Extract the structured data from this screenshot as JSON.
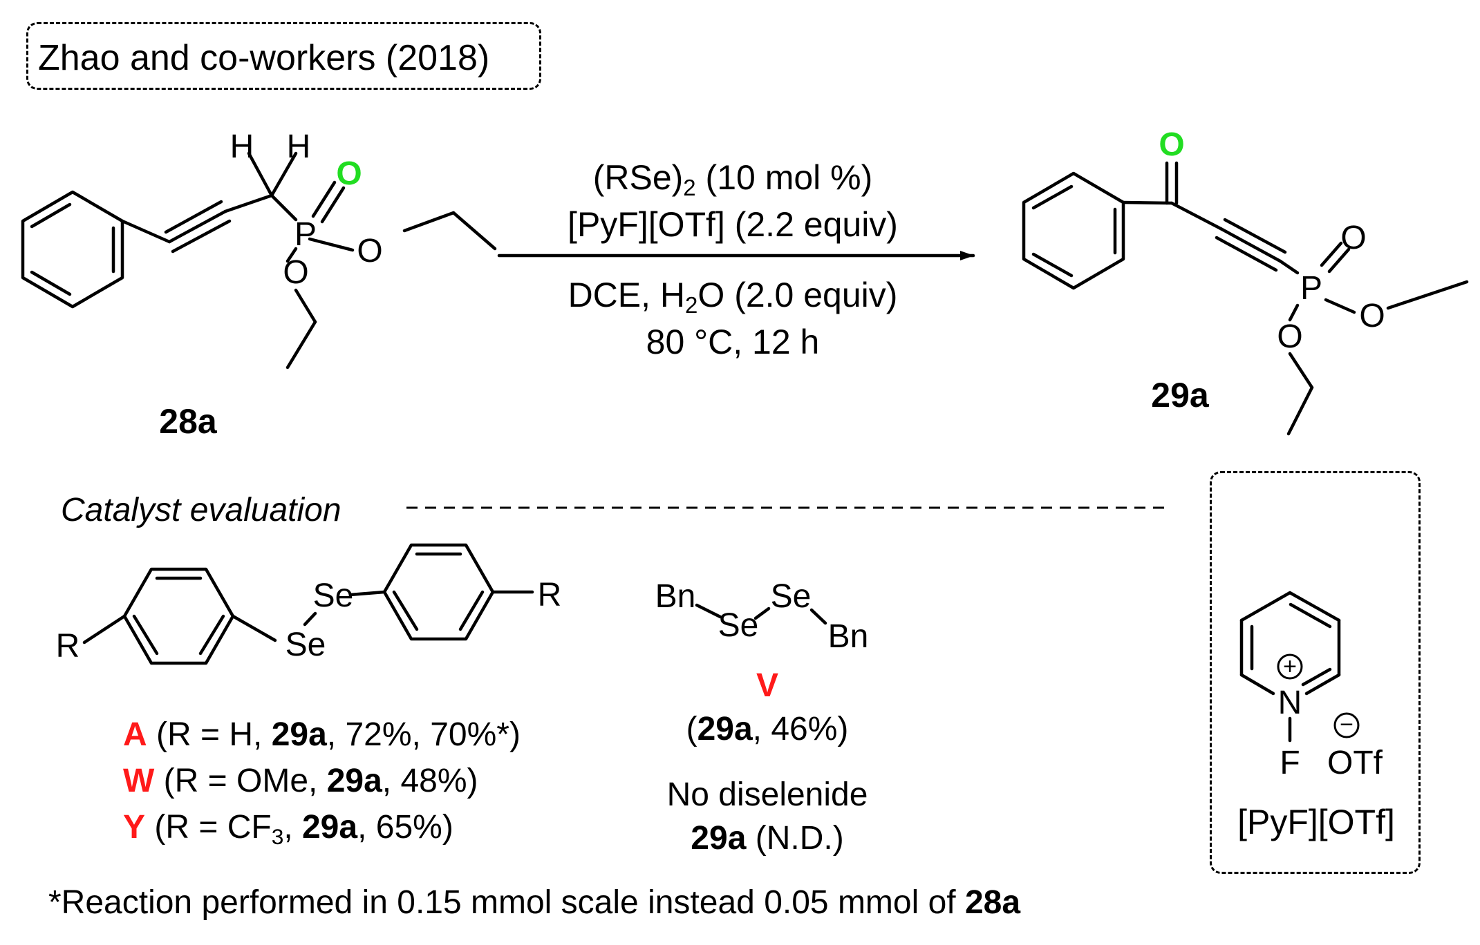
{
  "header": {
    "title": "Zhao and co-workers (2018)"
  },
  "reaction": {
    "reactant": {
      "label": "28a",
      "atoms": {
        "h1": "H",
        "h2": "H",
        "p": "P",
        "o_double": "O",
        "o_ester1": "O",
        "o_ester2": "O"
      }
    },
    "conditions": {
      "line1_main": "(RSe)",
      "line1_sub": "2",
      "line1_rest": " (10 mol %)",
      "line2": "[PyF][OTf] (2.2 equiv)",
      "line3_a": "DCE, H",
      "line3_sub": "2",
      "line3_b": "O (2.0 equiv)",
      "line4": "80 °C, 12 h"
    },
    "product": {
      "label": "29a",
      "atoms": {
        "o_ketone": "O",
        "p": "P",
        "o_double": "O",
        "o_ester1": "O",
        "o_ester2": "O"
      }
    }
  },
  "catalyst_evaluation": {
    "heading": "Catalyst evaluation",
    "diaryl": {
      "atoms": {
        "r_left": "R",
        "r_right": "R",
        "se_top": "Se",
        "se_bottom": "Se"
      },
      "entries": [
        {
          "letter": "A",
          "pre": " (R = H, ",
          "product": "29a",
          "post": ", 72%, 70%*)"
        },
        {
          "letter": "W",
          "pre": " (R = OMe, ",
          "product": "29a",
          "post": ", 48%)"
        },
        {
          "letter": "Y",
          "pre": " (R = CF",
          "sub": "3",
          "pre2": ", ",
          "product": "29a",
          "post": ", 65%)"
        }
      ]
    },
    "dibenzyl": {
      "atoms": {
        "bn_left": "Bn",
        "se_left": "Se",
        "se_right": "Se",
        "bn_right": "Bn"
      },
      "letter": "V",
      "result_open": "(",
      "result_product": "29a",
      "result_rest": ", 46%)"
    },
    "no_catalyst": {
      "line1": "No diselenide",
      "product": "29a",
      "result": " (N.D.)"
    }
  },
  "reagent_box": {
    "name": "[PyF][OTf]",
    "atoms": {
      "n": "N",
      "f": "F",
      "plus": "+",
      "minus": "−",
      "otf": "OTf"
    }
  },
  "footnote": {
    "text": "*Reaction performed in 0.15 mmol scale instead 0.05 mmol of ",
    "ref": "28a"
  },
  "colors": {
    "highlight_letters": "#ff1a1a",
    "highlight_oxygen": "#22dd22",
    "ink": "#000000"
  }
}
